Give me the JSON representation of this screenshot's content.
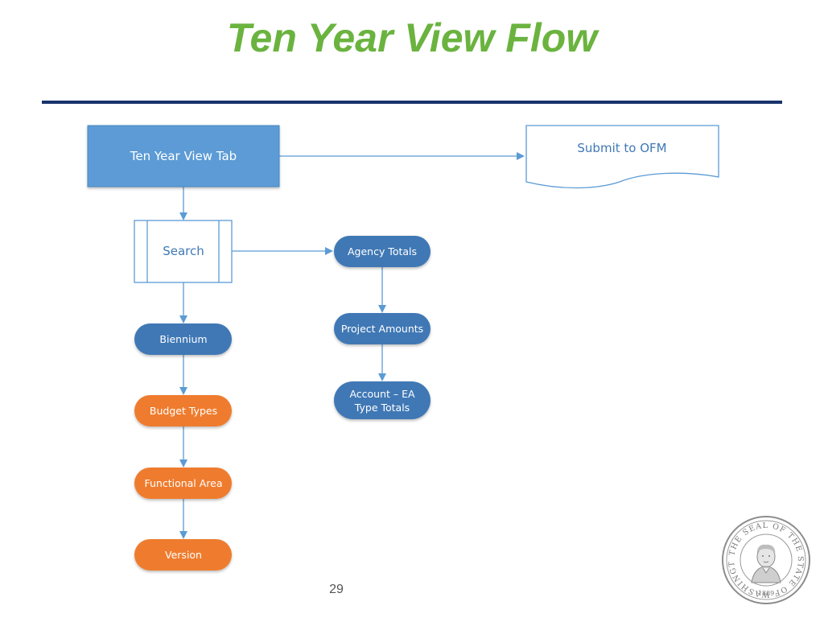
{
  "slide": {
    "title": "Ten Year View Flow",
    "page_number": "29"
  },
  "flow": {
    "ten_year_view_tab": "Ten Year View Tab",
    "submit_to_ofm": "Submit to OFM",
    "search": "Search",
    "agency_totals": "Agency Totals",
    "project_amounts": "Project Amounts",
    "account_ea_line1": "Account – EA",
    "account_ea_line2": "Type Totals",
    "biennium": "Biennium",
    "budget_types": "Budget Types",
    "functional_area": "Functional Area",
    "version": "Version"
  },
  "seal": {
    "ring_text": "THE SEAL OF THE STATE OF WASHINGTON",
    "year": "1889"
  },
  "colors": {
    "title_green": "#6ab33f",
    "rule_navy": "#17336b",
    "process_blue": "#5b9bd5",
    "terminal_blue": "#3f78b5",
    "terminal_orange": "#ef7b2e",
    "connector": "#5b9bd5"
  }
}
